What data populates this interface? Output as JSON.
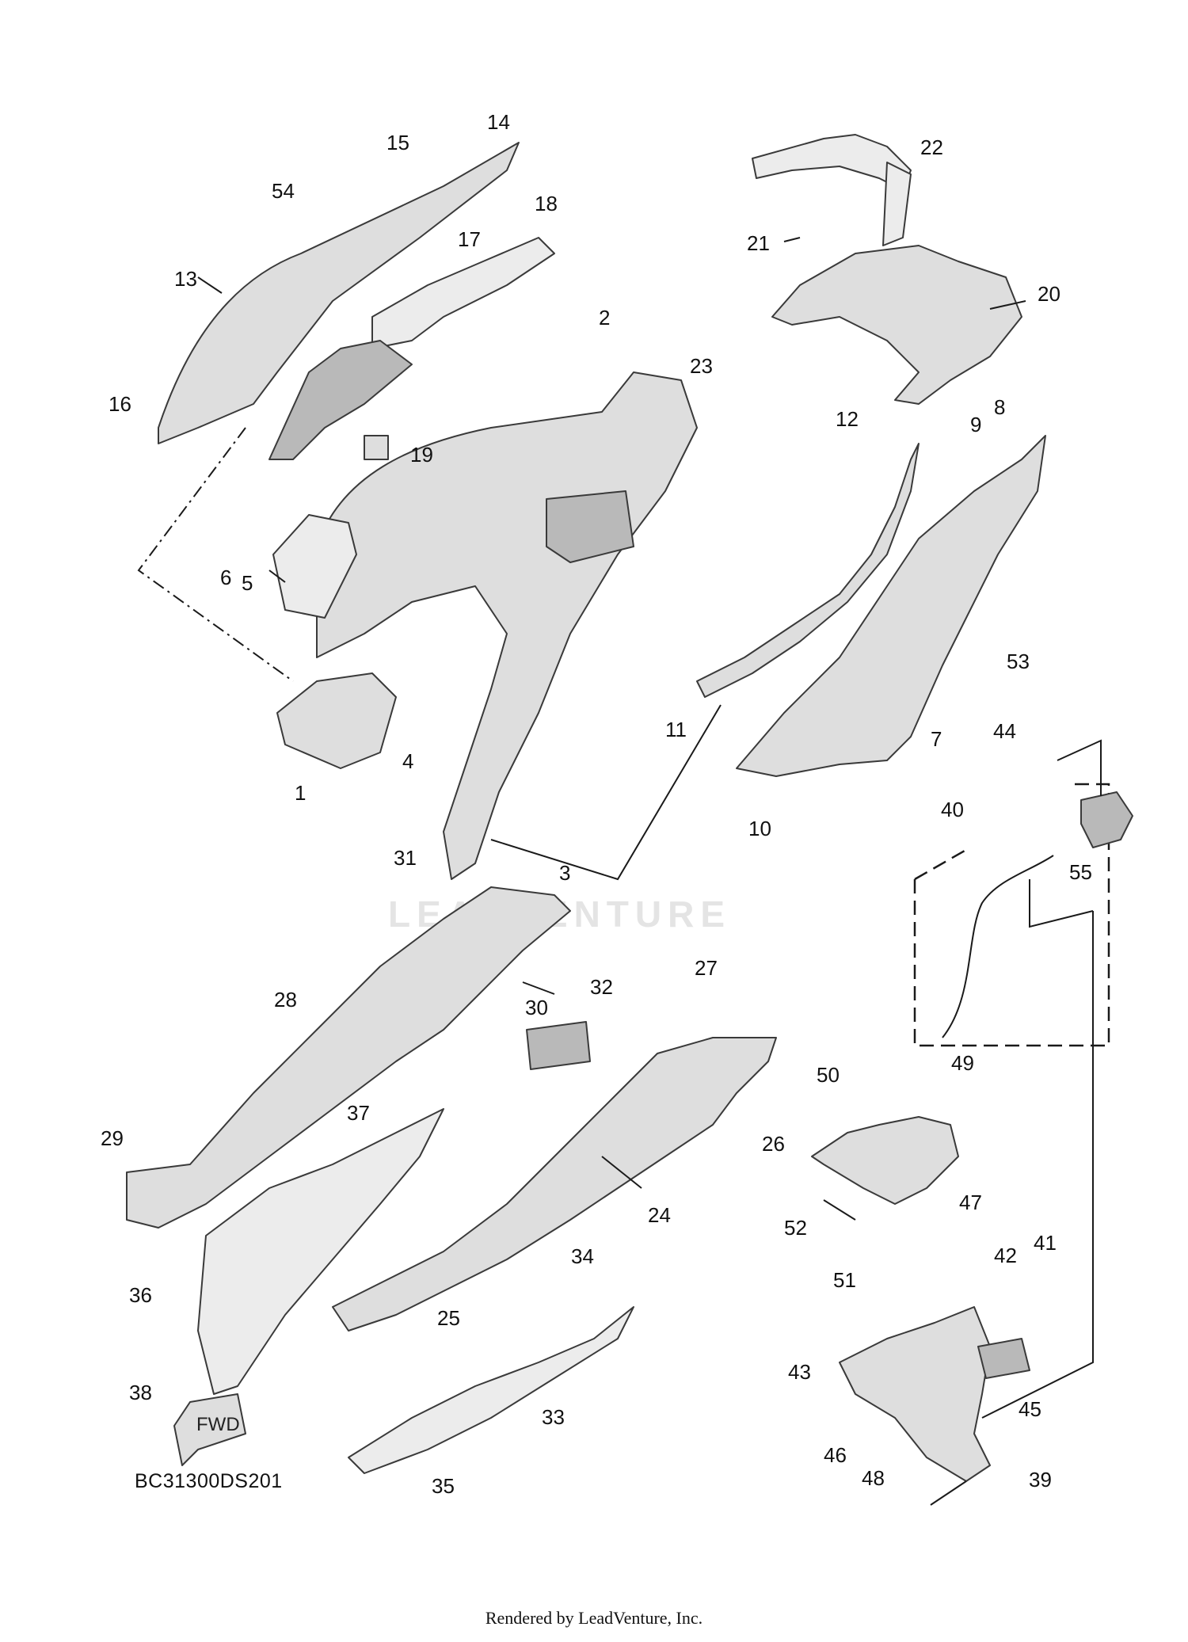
{
  "diagram_code": "BC31300DS201",
  "footer_text": "Rendered by LeadVenture, Inc.",
  "watermark_text": "LEADVENTURE",
  "fwd_label": "FWD",
  "callouts": [
    "1",
    "2",
    "3",
    "4",
    "5",
    "6",
    "7",
    "8",
    "9",
    "10",
    "11",
    "12",
    "13",
    "14",
    "15",
    "16",
    "17",
    "18",
    "19",
    "20",
    "21",
    "22",
    "23",
    "24",
    "25",
    "26",
    "27",
    "28",
    "29",
    "30",
    "31",
    "32",
    "33",
    "34",
    "35",
    "36",
    "37",
    "38",
    "39",
    "40",
    "41",
    "42",
    "43",
    "44",
    "45",
    "46",
    "47",
    "48",
    "49",
    "50",
    "51",
    "52",
    "53",
    "54",
    "55"
  ]
}
